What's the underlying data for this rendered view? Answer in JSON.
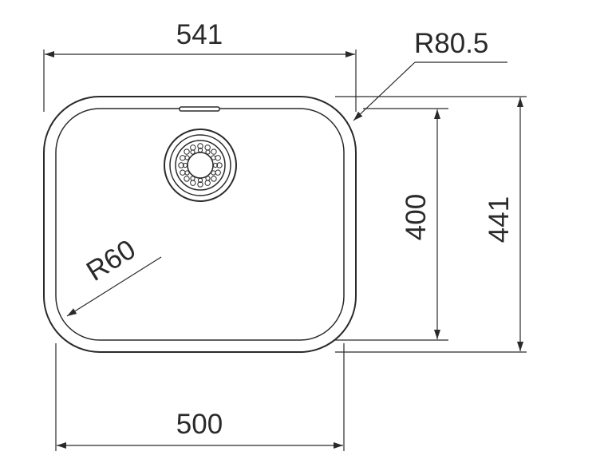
{
  "dimensions": {
    "overall_width": "541",
    "bowl_width": "500",
    "bowl_depth": "400",
    "overall_depth": "441",
    "outer_radius": "R80.5",
    "inner_radius": "R60"
  },
  "colors": {
    "line": "#2a2a2a",
    "background": "#ffffff"
  }
}
